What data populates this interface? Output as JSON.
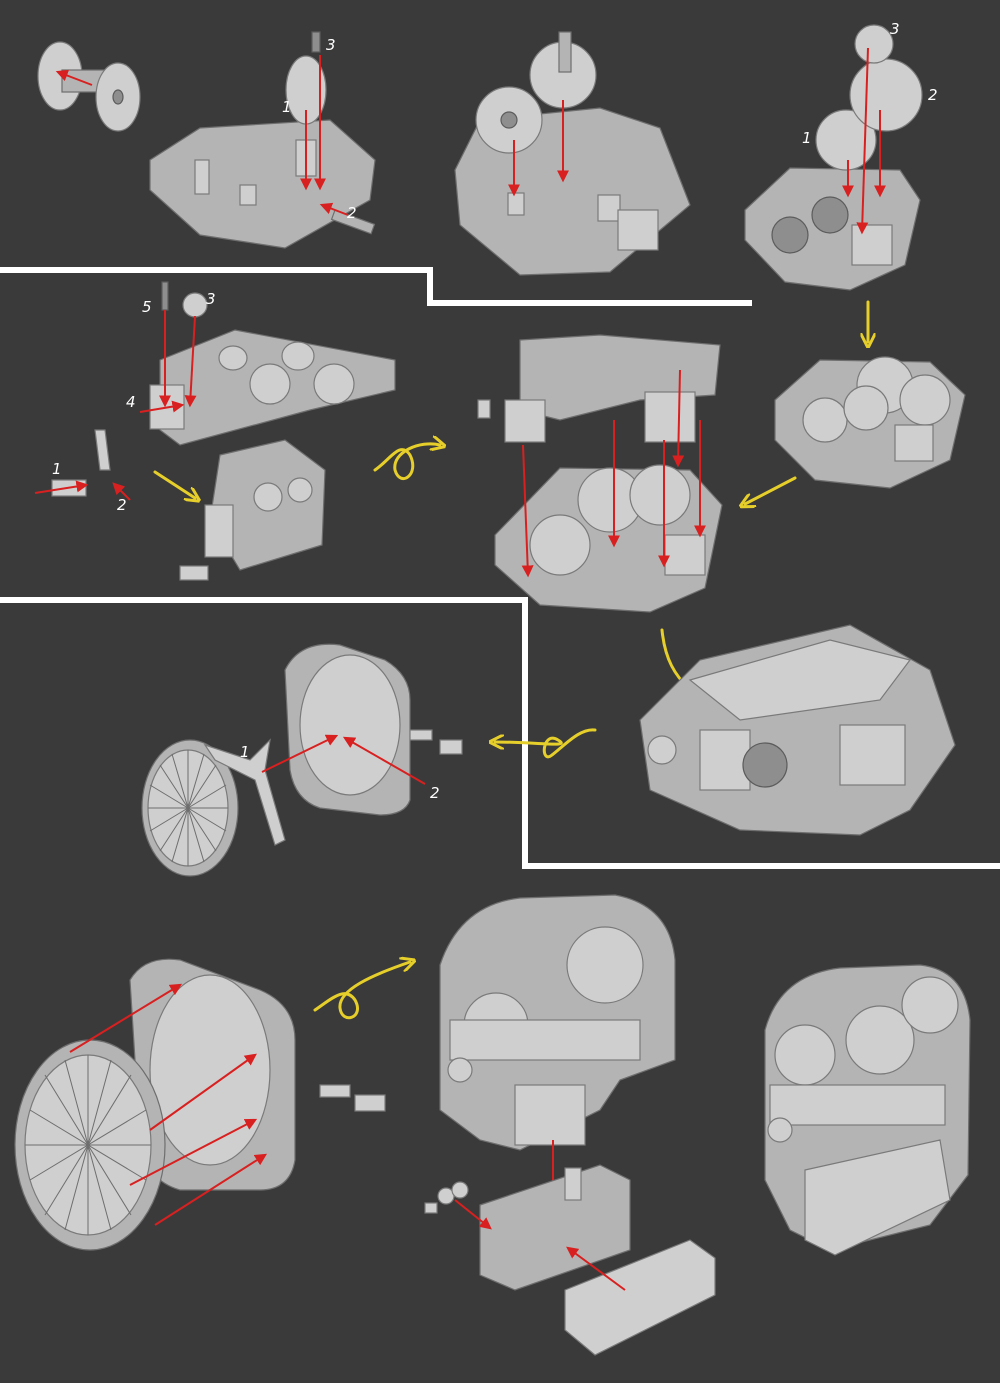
{
  "colors": {
    "background": "#3a3a3a",
    "part": "#b4b4b4",
    "arrow_red": "#d92020",
    "arrow_yellow": "#e6cf2a",
    "divider": "#ffffff"
  },
  "steps": {
    "step1": {
      "labels": [
        "1",
        "2",
        "3"
      ]
    },
    "step2": {
      "labels": []
    },
    "step3": {
      "labels": [
        "1",
        "2",
        "3"
      ]
    },
    "step4": {
      "labels": [
        "1",
        "2",
        "3",
        "4",
        "5"
      ]
    },
    "step5": {
      "labels": [
        "1",
        "2"
      ]
    }
  }
}
